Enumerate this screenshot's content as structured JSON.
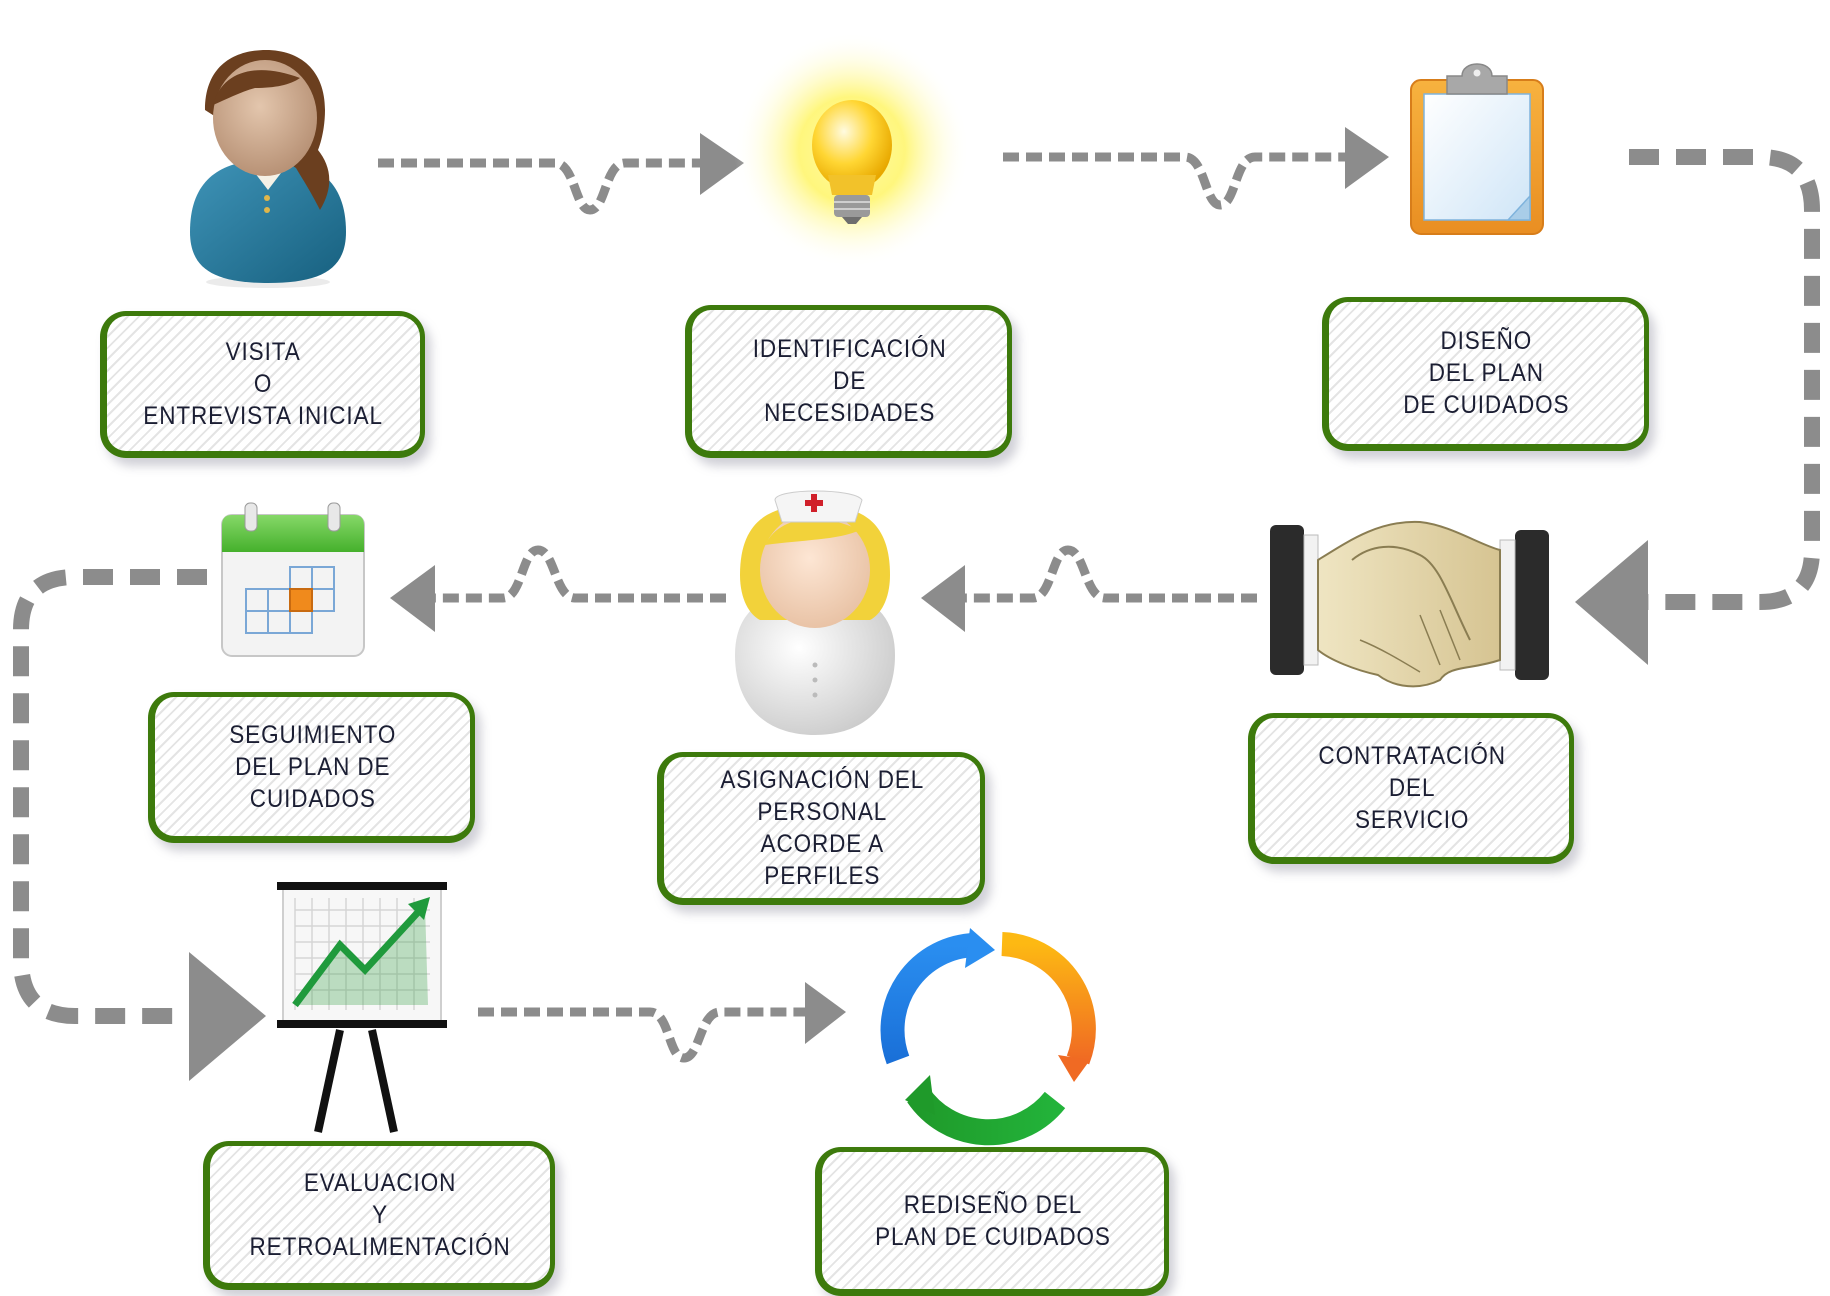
{
  "diagram": {
    "title": "",
    "colors": {
      "box_border": "#3d7a0c",
      "label_text": "#1b1e33",
      "connector": "#8c8c8c"
    },
    "steps": [
      {
        "id": "visita",
        "label": "VISITA\nO\nENTREVISTA INICIAL",
        "icon": "woman-user-icon"
      },
      {
        "id": "identificacion",
        "label": "IDENTIFICACIÓN\nDE\nNECESIDADES",
        "icon": "lightbulb-icon"
      },
      {
        "id": "diseno",
        "label": "DISEÑO\nDEL PLAN\nDE CUIDADOS",
        "icon": "clipboard-icon"
      },
      {
        "id": "contratacion",
        "label": "CONTRATACIÓN\nDEL\nSERVICIO",
        "icon": "handshake-icon"
      },
      {
        "id": "asignacion",
        "label": "ASIGNACIÓN DEL\nPERSONAL\nACORDE A\nPERFILES",
        "icon": "nurse-icon"
      },
      {
        "id": "seguimiento",
        "label": "SEGUIMIENTO\nDEL PLAN DE\nCUIDADOS",
        "icon": "calendar-icon"
      },
      {
        "id": "evaluacion",
        "label": "EVALUACION\nY\nRETROALIMENTACIÓN",
        "icon": "presentation-chart-icon"
      },
      {
        "id": "rediseno",
        "label": "REDISEÑO DEL\nPLAN DE CUIDADOS",
        "icon": "cycle-arrows-icon"
      }
    ],
    "flow": [
      {
        "from": "visita",
        "to": "identificacion"
      },
      {
        "from": "identificacion",
        "to": "diseno"
      },
      {
        "from": "diseno",
        "to": "contratacion"
      },
      {
        "from": "contratacion",
        "to": "asignacion"
      },
      {
        "from": "asignacion",
        "to": "seguimiento"
      },
      {
        "from": "seguimiento",
        "to": "evaluacion"
      },
      {
        "from": "evaluacion",
        "to": "rediseno"
      }
    ]
  }
}
